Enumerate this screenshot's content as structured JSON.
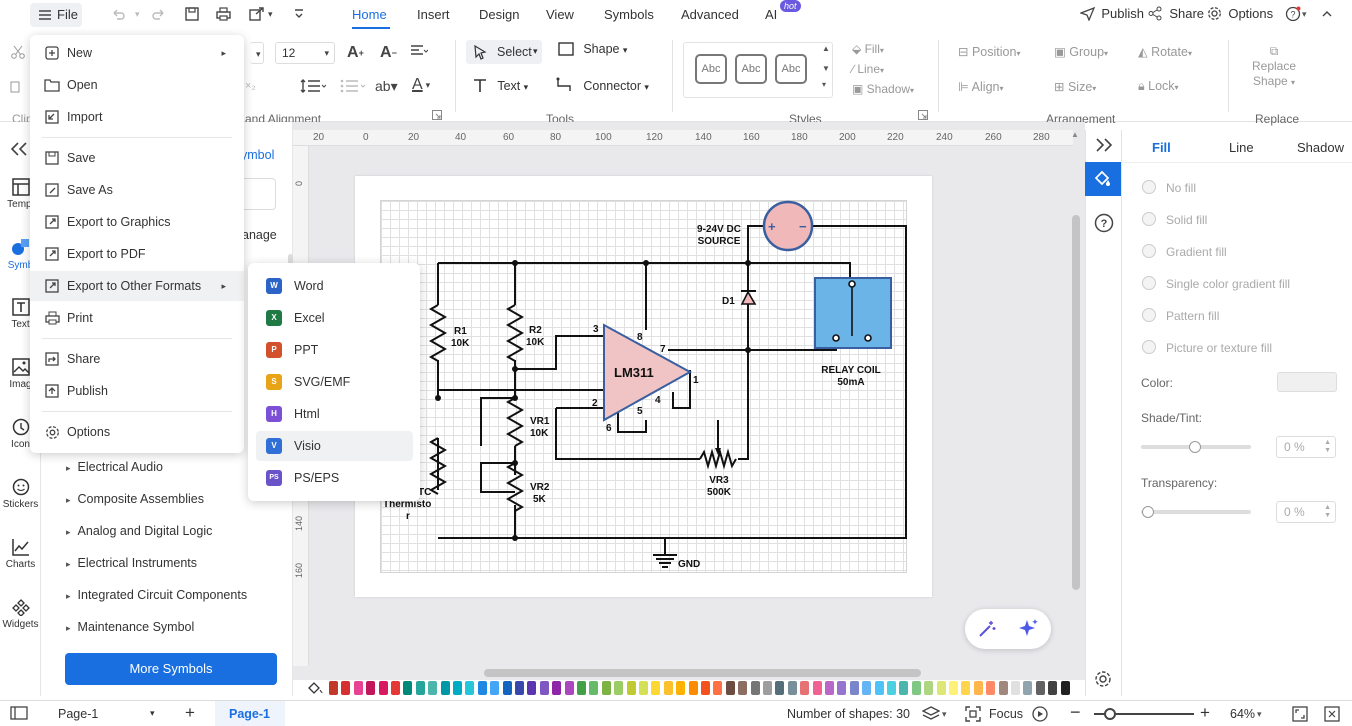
{
  "topbar": {
    "file_label": "File",
    "tabs": [
      "Home",
      "Insert",
      "Design",
      "View",
      "Symbols",
      "Advanced",
      "AI"
    ],
    "active_tab": "Home",
    "hot_badge": "hot",
    "publish": "Publish",
    "share": "Share",
    "options": "Options"
  },
  "ribbon": {
    "font_size": "12",
    "select": "Select",
    "shape": "Shape",
    "text": "Text",
    "connector": "Connector",
    "style_sample": "Abc",
    "fill": "Fill",
    "line": "Line",
    "shadow": "Shadow",
    "position": "Position",
    "group": "Group",
    "rotate": "Rotate",
    "align": "Align",
    "size": "Size",
    "lock": "Lock",
    "replace_shape_1": "Replace",
    "replace_shape_2": "Shape",
    "groups": {
      "font_alignment": "and Alignment",
      "tools": "Tools",
      "styles": "Styles",
      "arrangement": "Arrangement",
      "replace": "Replace",
      "clipboard_partial": "Clip"
    }
  },
  "leftrail": {
    "items": [
      "Templ",
      "Symb",
      "Text",
      "Imag",
      "Icon",
      "Stickers",
      "Charts",
      "Widgets"
    ]
  },
  "library": {
    "symbol_partial": "ymbol",
    "manage_partial": "anage",
    "items": [
      "Electrical Audio",
      "Composite Assemblies",
      "Analog and Digital Logic",
      "Electrical Instruments",
      "Integrated Circuit Components",
      "Maintenance Symbol"
    ],
    "more_symbols": "More Symbols"
  },
  "file_menu": {
    "items": [
      "New",
      "Open",
      "Import",
      "Save",
      "Save As",
      "Export to Graphics",
      "Export to PDF",
      "Export to Other Formats",
      "Print",
      "Share",
      "Publish",
      "Options"
    ]
  },
  "export_submenu": {
    "items": [
      {
        "label": "Word",
        "color": "#2b63c9",
        "letter": "W"
      },
      {
        "label": "Excel",
        "color": "#1f7a45",
        "letter": "X"
      },
      {
        "label": "PPT",
        "color": "#d2502c",
        "letter": "P"
      },
      {
        "label": "SVG/EMF",
        "color": "#e8a317",
        "letter": "S"
      },
      {
        "label": "Html",
        "color": "#7b4fd6",
        "letter": "H"
      },
      {
        "label": "Visio",
        "color": "#2f6fd6",
        "letter": "V"
      },
      {
        "label": "PS/EPS",
        "color": "#6a52c8",
        "letter": "PS"
      }
    ],
    "highlighted": "Visio"
  },
  "ruler": {
    "top": [
      "20",
      "0",
      "20",
      "40",
      "60",
      "80",
      "100",
      "120",
      "140",
      "160",
      "180",
      "200",
      "220",
      "240",
      "260",
      "280"
    ],
    "left": [
      "0",
      "140",
      "160"
    ]
  },
  "diagram": {
    "opamp": "LM311",
    "source": [
      "9-24V DC",
      "SOURCE"
    ],
    "d1": "D1",
    "r1": [
      "R1",
      "10K"
    ],
    "r2": [
      "R2",
      "10K"
    ],
    "vr1": [
      "VR1",
      "10K"
    ],
    "vr2": [
      "VR2",
      "5K"
    ],
    "vr3": [
      "VR3",
      "500K"
    ],
    "relay": [
      "RELAY COIL",
      "50mA"
    ],
    "ntc": [
      "TC",
      "Thermisto",
      "r"
    ],
    "gnd": "GND",
    "pins": [
      "3",
      "8",
      "7",
      "1",
      "2",
      "4",
      "5",
      "6"
    ],
    "plus": "+",
    "minus": "−"
  },
  "right_panel": {
    "tabs": [
      "Fill",
      "Line",
      "Shadow"
    ],
    "active_tab": "Fill",
    "fill_options": [
      "No fill",
      "Solid fill",
      "Gradient fill",
      "Single color gradient fill",
      "Pattern fill",
      "Picture or texture fill"
    ],
    "color_label": "Color:",
    "shade_label": "Shade/Tint:",
    "shade_value": "0 %",
    "transparency_label": "Transparency:",
    "transparency_value": "0 %"
  },
  "statusbar": {
    "page_select": "Page-1",
    "page_tab": "Page-1",
    "shape_count": "Number of shapes: 30",
    "focus": "Focus",
    "zoom": "64%"
  },
  "palette": [
    "#c0392b",
    "#d63031",
    "#e84393",
    "#c2185b",
    "#d81b60",
    "#e53935",
    "#00897b",
    "#26a69a",
    "#4db6ac",
    "#0097a7",
    "#00acc1",
    "#26c6da",
    "#1e88e5",
    "#42a5f5",
    "#1565c0",
    "#3949ab",
    "#5e35b1",
    "#7e57c2",
    "#8e24aa",
    "#ab47bc",
    "#43a047",
    "#66bb6a",
    "#7cb342",
    "#9ccc65",
    "#c0ca33",
    "#d4e157",
    "#fdd835",
    "#fbc02d",
    "#ffb300",
    "#fb8c00",
    "#f4511e",
    "#ff7043",
    "#6d4c41",
    "#8d6e63",
    "#757575",
    "#9e9e9e",
    "#546e7a",
    "#78909c",
    "#e57373",
    "#f06292",
    "#ba68c8",
    "#9575cd",
    "#7986cb",
    "#64b5f6",
    "#4fc3f7",
    "#4dd0e1",
    "#4db6ac",
    "#81c784",
    "#aed581",
    "#dce775",
    "#fff176",
    "#ffd54f",
    "#ffb74d",
    "#ff8a65",
    "#a1887f",
    "#e0e0e0",
    "#90a4ae",
    "#616161",
    "#424242",
    "#212121"
  ]
}
